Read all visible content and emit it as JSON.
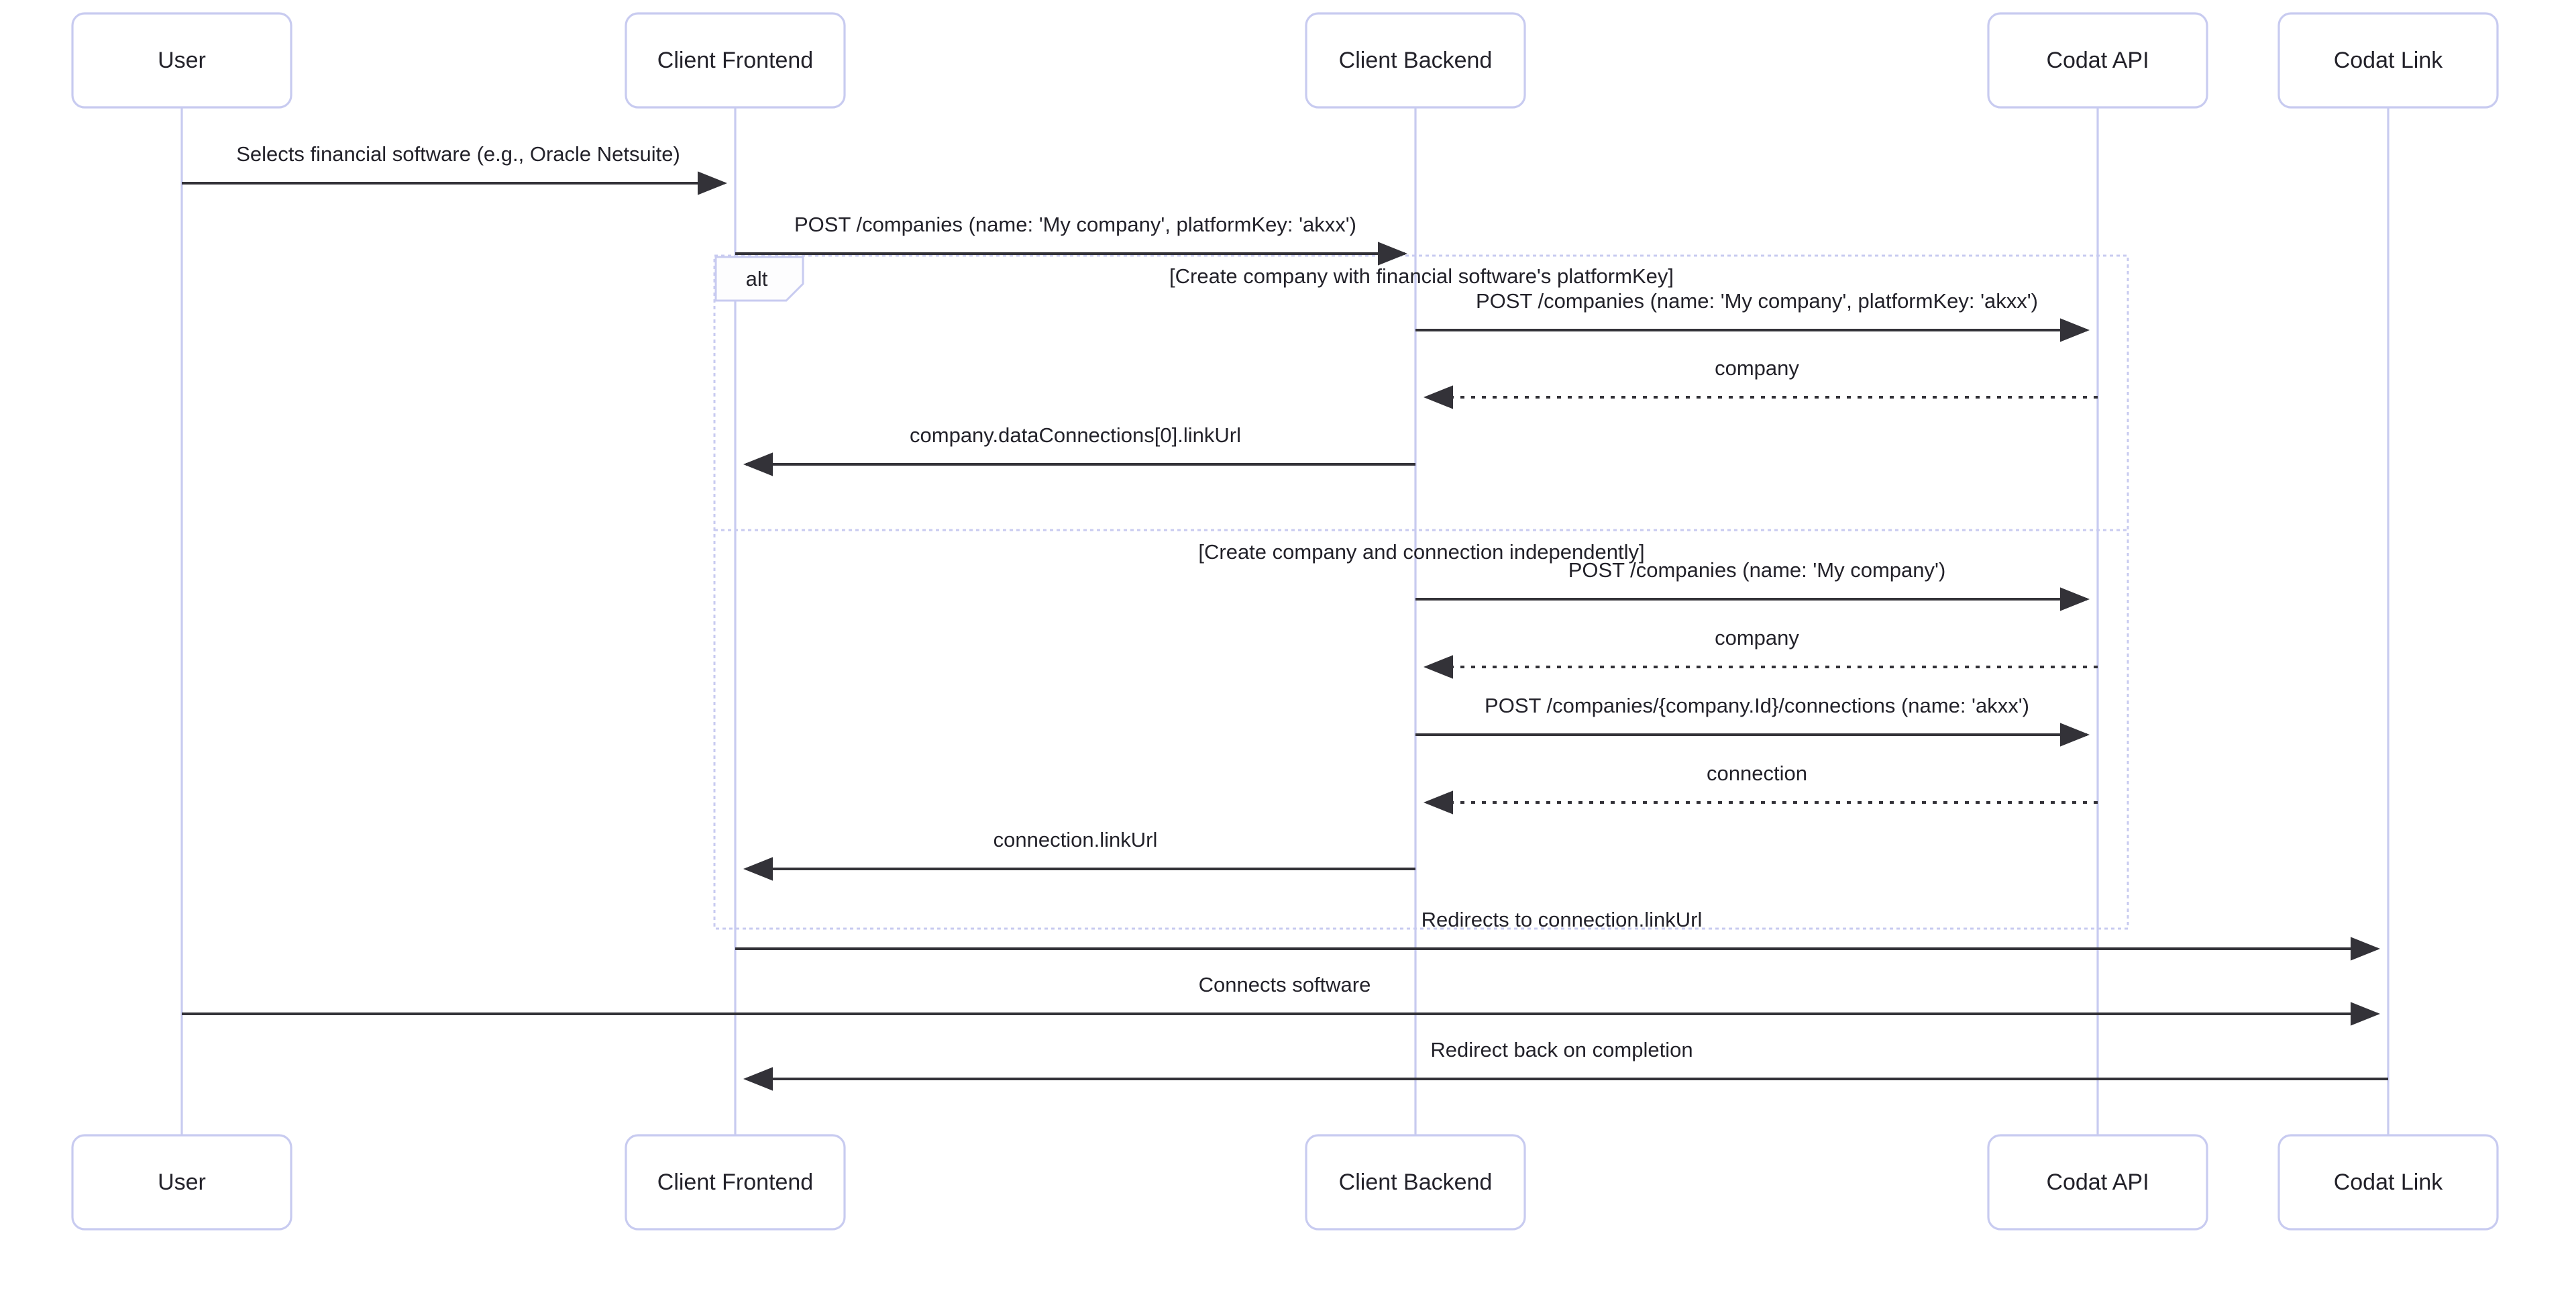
{
  "diagram": {
    "type": "sequence-diagram",
    "title": "",
    "colors": {
      "actor_border": "#c8cbf0",
      "actor_fill": "#ffffff",
      "lifeline": "#c8cbf0",
      "message_line": "#333238",
      "text": "#23222a",
      "block_border": "#c8cbf0",
      "background": "#ffffff"
    },
    "actors": [
      {
        "id": "user",
        "label": "User"
      },
      {
        "id": "client-frontend",
        "label": "Client Frontend"
      },
      {
        "id": "client-backend",
        "label": "Client Backend"
      },
      {
        "id": "codat-api",
        "label": "Codat API"
      },
      {
        "id": "codat-link",
        "label": "Codat Link"
      }
    ],
    "blocks": [
      {
        "id": "alt-block",
        "tag": "alt",
        "conditions": [
          "[Create company with financial software's platformKey]",
          "[Create company and connection independently]"
        ]
      }
    ],
    "messages": [
      {
        "id": "m1",
        "from": "user",
        "to": "client-frontend",
        "style": "solid",
        "direction": "right",
        "label": "Selects financial software (e.g., Oracle Netsuite)"
      },
      {
        "id": "m2",
        "from": "client-frontend",
        "to": "client-backend",
        "style": "solid",
        "direction": "right",
        "label": "POST /companies (name: 'My company', platformKey: 'akxx')"
      },
      {
        "id": "m3",
        "from": "client-backend",
        "to": "codat-api",
        "style": "solid",
        "direction": "right",
        "label": "POST /companies (name: 'My company', platformKey: 'akxx')"
      },
      {
        "id": "m4",
        "from": "codat-api",
        "to": "client-backend",
        "style": "dashed",
        "direction": "left",
        "label": "company"
      },
      {
        "id": "m5",
        "from": "client-backend",
        "to": "client-frontend",
        "style": "solid",
        "direction": "left",
        "label": "company.dataConnections[0].linkUrl"
      },
      {
        "id": "m6",
        "from": "client-backend",
        "to": "codat-api",
        "style": "solid",
        "direction": "right",
        "label": "POST /companies (name: 'My company')"
      },
      {
        "id": "m7",
        "from": "codat-api",
        "to": "client-backend",
        "style": "dashed",
        "direction": "left",
        "label": "company"
      },
      {
        "id": "m8",
        "from": "client-backend",
        "to": "codat-api",
        "style": "solid",
        "direction": "right",
        "label": "POST /companies/{company.Id}/connections (name: 'akxx')"
      },
      {
        "id": "m9",
        "from": "codat-api",
        "to": "client-backend",
        "style": "dashed",
        "direction": "left",
        "label": "connection"
      },
      {
        "id": "m10",
        "from": "client-backend",
        "to": "client-frontend",
        "style": "solid",
        "direction": "left",
        "label": "connection.linkUrl"
      },
      {
        "id": "m11",
        "from": "client-frontend",
        "to": "codat-link",
        "style": "solid",
        "direction": "right",
        "label": "Redirects to connection.linkUrl"
      },
      {
        "id": "m12",
        "from": "user",
        "to": "codat-link",
        "style": "solid",
        "direction": "right",
        "label": "Connects software"
      },
      {
        "id": "m13",
        "from": "codat-link",
        "to": "client-frontend",
        "style": "solid",
        "direction": "left",
        "label": "Redirect back on completion"
      }
    ]
  }
}
